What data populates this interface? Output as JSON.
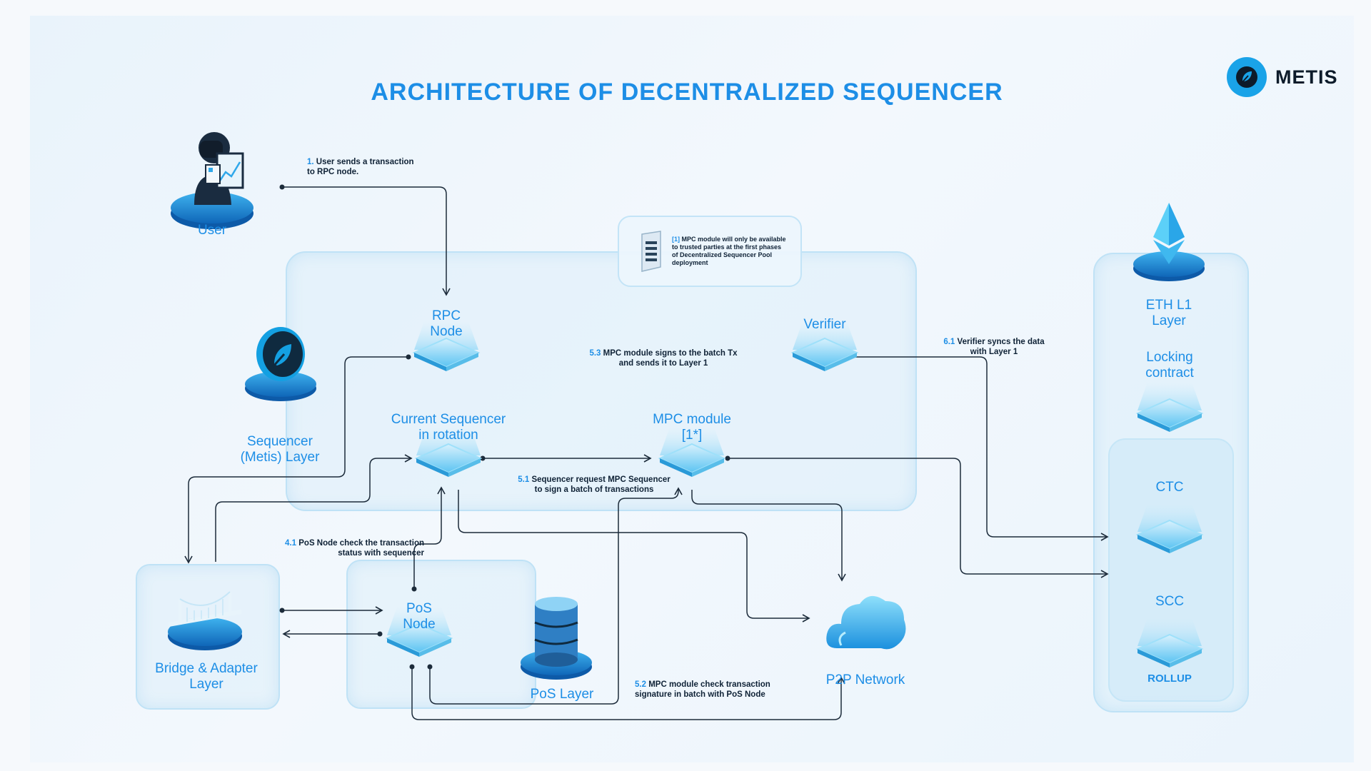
{
  "title": "ARCHITECTURE OF DECENTRALIZED SEQUENCER",
  "brand": {
    "name": "METIS",
    "accent": "#1aa3e8",
    "icon": "metis-leaf-icon"
  },
  "colors": {
    "primary": "#1d8ee6",
    "text_dark": "#0f2236",
    "panel_border": "#bfe2f6",
    "line": "#1c2b3a"
  },
  "actors": {
    "user": {
      "label": "User",
      "icon": "user-workstation-icon"
    },
    "sequencer_layer": {
      "label": "Sequencer\n(Metis) Layer",
      "icon": "metis-token-icon"
    },
    "bridge": {
      "label": "Bridge & Adapter\nLayer",
      "icon": "bridge-icon"
    },
    "pos_layer": {
      "label": "PoS Layer",
      "icon": "database-icon"
    },
    "p2p": {
      "label": "P2P Network",
      "icon": "cloud-icon"
    },
    "eth": {
      "label": "ETH L1\nLayer",
      "icon": "ethereum-icon"
    }
  },
  "nodes": {
    "rpc": "RPC\nNode",
    "verifier": "Verifier",
    "current_sequencer": "Current Sequencer\nin rotation",
    "mpc": "MPC module\n[1*]",
    "pos_node": "PoS\nNode",
    "locking": "Locking\ncontract",
    "ctc": "CTC",
    "scc": "SCC",
    "rollup": "ROLLUP"
  },
  "notes": {
    "mpc_note": {
      "num": "[1]",
      "text": "MPC module will only be available to trusted parties at the first phases of Decentralized Sequencer Pool deployment"
    }
  },
  "steps": {
    "s1": {
      "num": "1.",
      "text": "User sends a transaction\nto RPC node."
    },
    "s41": {
      "num": "4.1",
      "text": "PoS Node check the transaction\nstatus with sequencer"
    },
    "s51": {
      "num": "5.1",
      "text": "Sequencer request MPC Sequencer\nto sign a batch of transactions"
    },
    "s52": {
      "num": "5.2",
      "text": "MPC module check transaction\nsignature in batch with PoS Node"
    },
    "s53": {
      "num": "5.3",
      "text": "MPC module signs to the batch Tx\nand sends it to Layer 1"
    },
    "s61": {
      "num": "6.1",
      "text": "Verifier syncs the data\nwith Layer 1"
    }
  }
}
